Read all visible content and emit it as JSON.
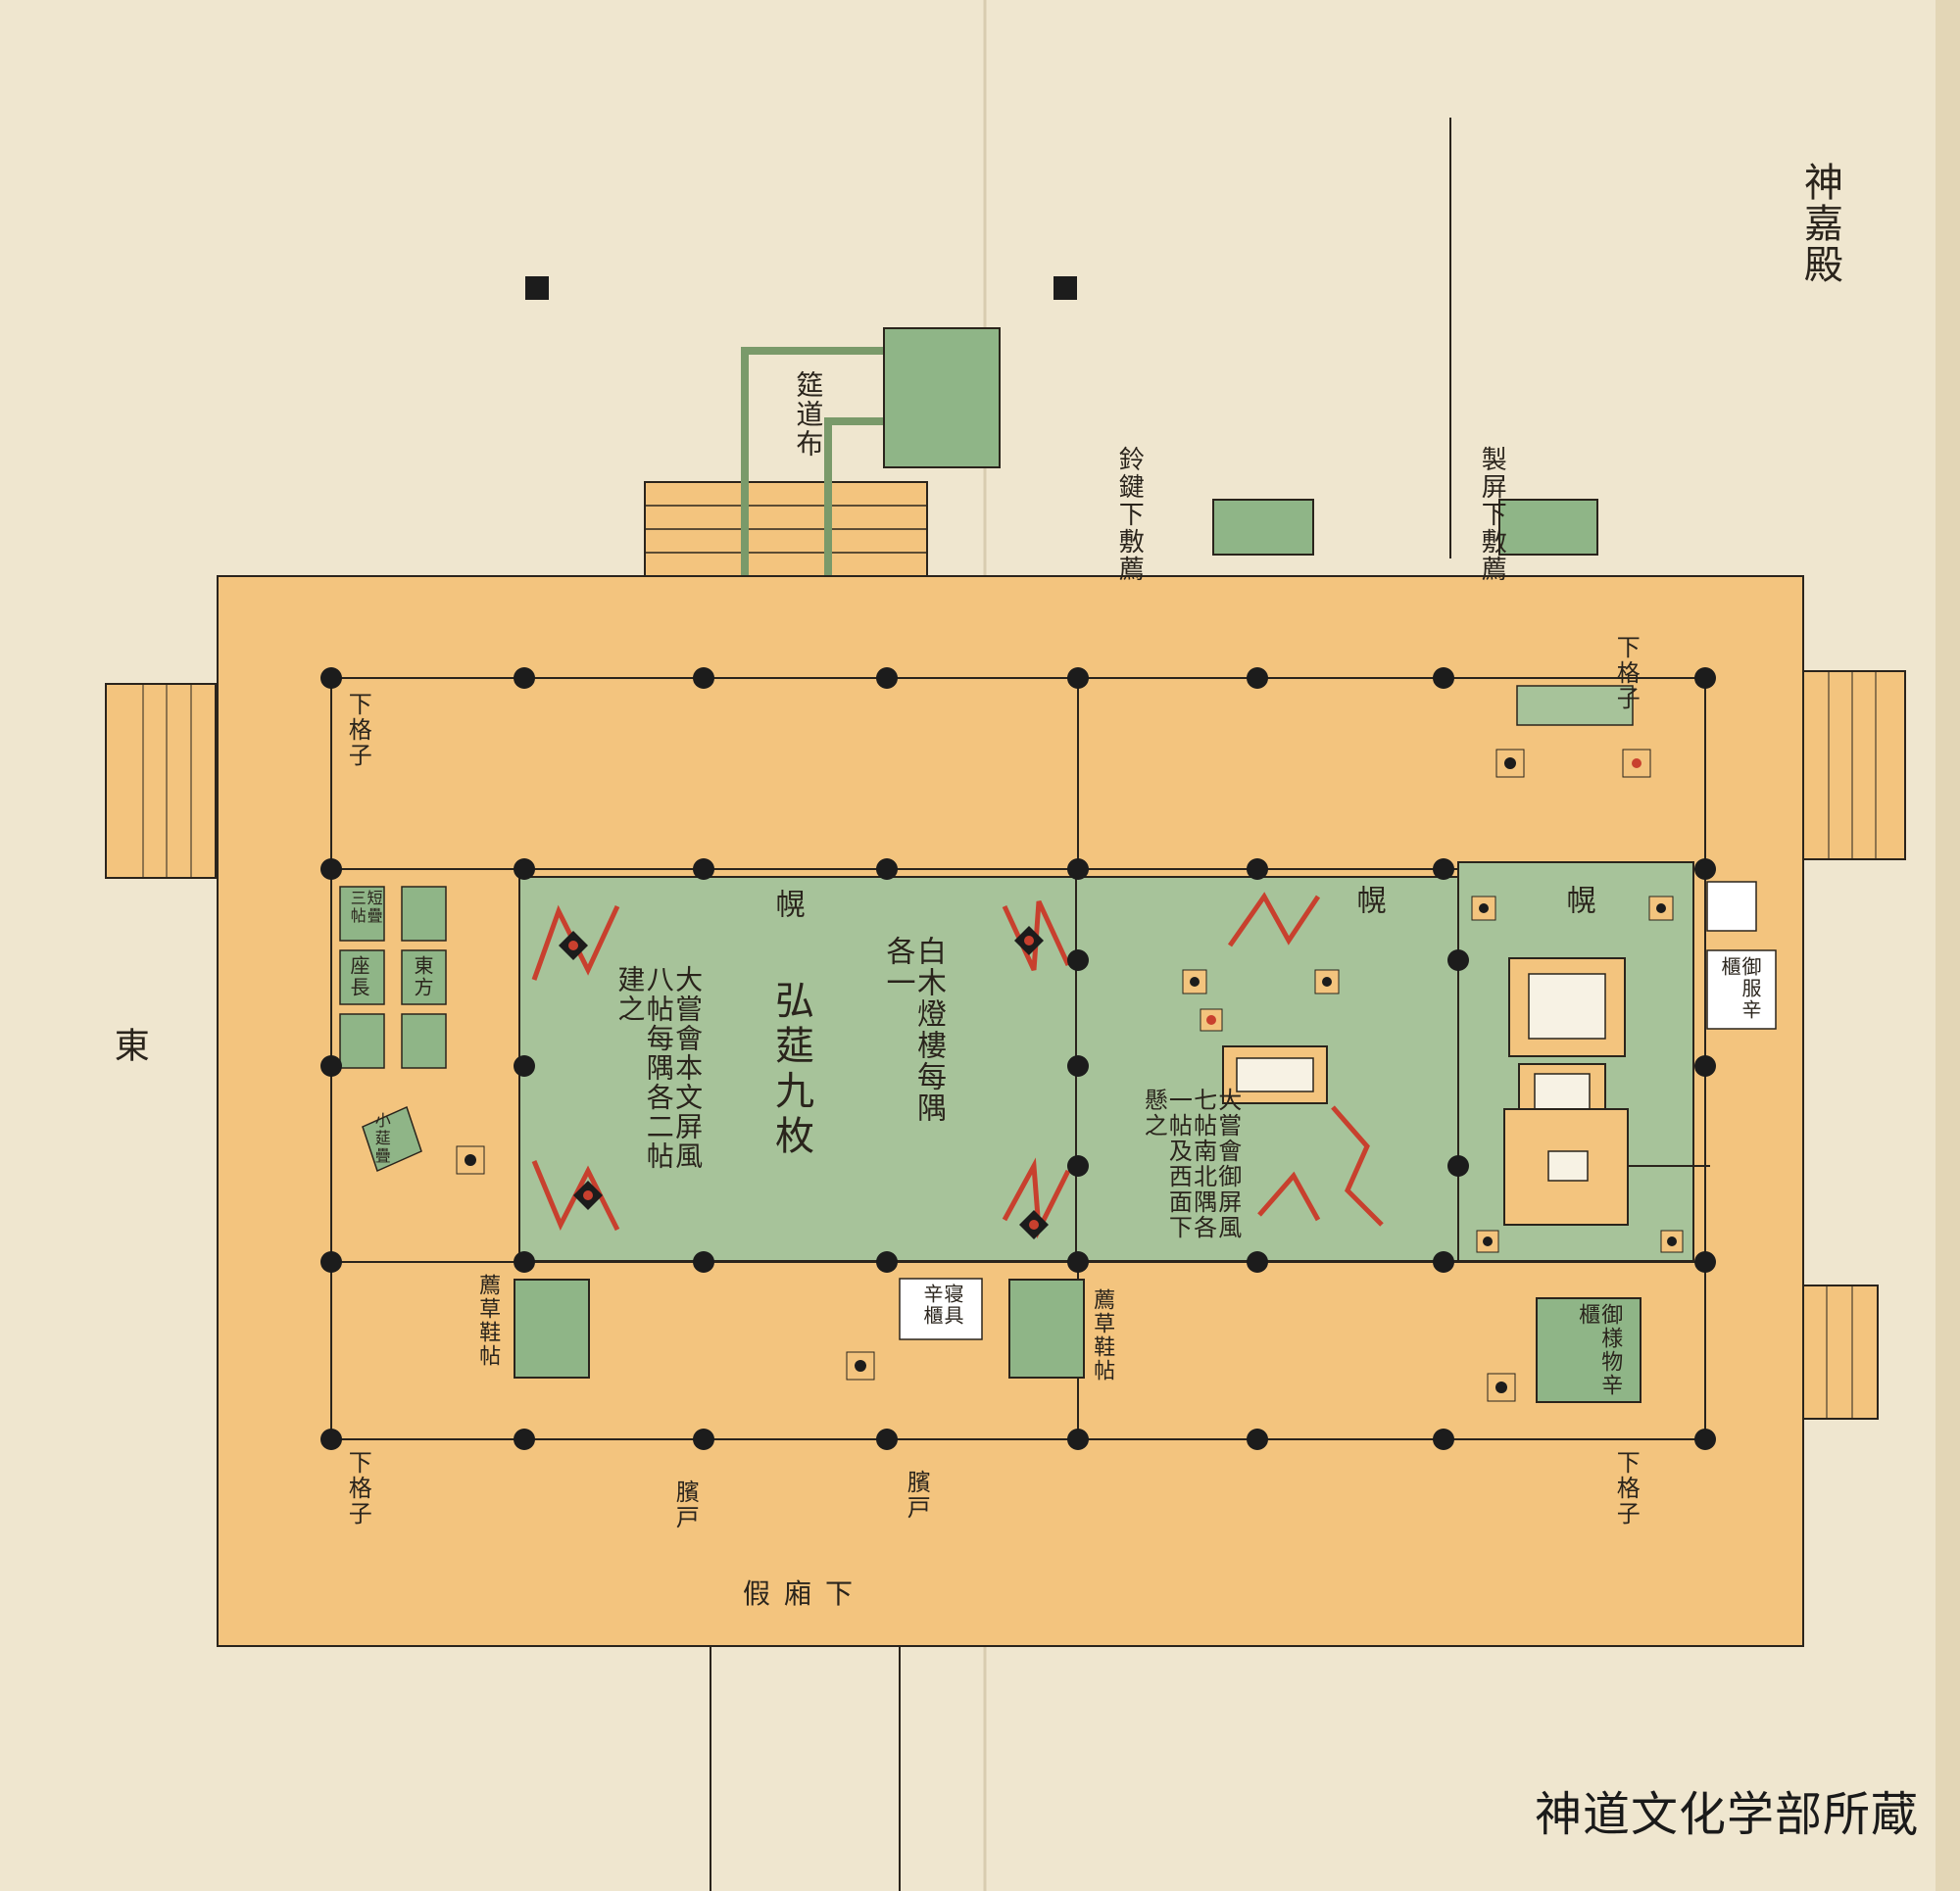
{
  "document": {
    "type": "historical architectural floor plan (hand-painted, bound book spread)",
    "colors": {
      "paper": "#efe6cf",
      "floor": "#f3c47e",
      "mat": "#a7c39a",
      "tatami": "#8fb587",
      "pillar": "#1c1c1c",
      "accent_red": "#c8402e"
    }
  },
  "labels": {
    "corner_top_right": "神嘉殿",
    "passage_top": "筵道布",
    "screen_1": "鈴鍵下敷薦",
    "screen_2": "製屏下敷薦",
    "east": "東",
    "lattice_nw": "下格子",
    "lattice_sw": "下格子",
    "lattice_ne": "下格子",
    "lattice_se": "下格子",
    "curtain_1": "幌",
    "curtain_2": "幌",
    "curtain_3": "幌",
    "center_title": "弘莚九枚",
    "lamp_note": "白木燈樓每隅各一",
    "hall_note": "大嘗會本文屏風八帖每隅各二帖建之",
    "right_note": "大嘗會御屏風七帖南北隅各一帖及西面下懸之",
    "sleep_box": "寝具辛櫃",
    "mat_left_1": "短疊三帖",
    "mat_left_2": "座長",
    "mat_left_3": "東方",
    "mat_left_4": "小莚疊",
    "mat_bottom_left": "薦草鞋帖",
    "mat_bottom_mid": "薦草鞋帖",
    "mat_bottom_right": "御様物辛櫃",
    "right_box": "御服辛櫃",
    "door_1": "臏戸",
    "door_2": "臏戸",
    "corridor": "假廂下",
    "credit": "神道文化学部所蔵"
  }
}
